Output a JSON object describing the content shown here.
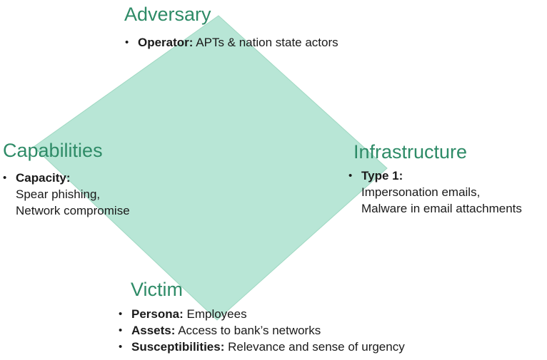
{
  "colors": {
    "diamond_fill": "#b8e6d6",
    "diamond_stroke": "#9fd8c2",
    "heading": "#2e8b67",
    "text": "#1a1a1a"
  },
  "adversary": {
    "title": "Adversary",
    "items": [
      {
        "label": "Operator:",
        "lines": [
          "APTs & nation state actors"
        ]
      }
    ]
  },
  "capabilities": {
    "title": "Capabilities",
    "items": [
      {
        "label": "Capacity:",
        "lines": [
          "Spear phishing,",
          "Network compromise"
        ]
      }
    ]
  },
  "infrastructure": {
    "title": "Infrastructure",
    "items": [
      {
        "label": "Type 1:",
        "lines": [
          "Impersonation emails,",
          "Malware in email attachments"
        ]
      }
    ]
  },
  "victim": {
    "title": "Victim",
    "items": [
      {
        "label": "Persona:",
        "lines": [
          "Employees"
        ]
      },
      {
        "label": "Assets:",
        "lines": [
          "Access to bank’s networks"
        ]
      },
      {
        "label": "Susceptibilities:",
        "lines": [
          "Relevance and sense of urgency"
        ]
      }
    ]
  }
}
